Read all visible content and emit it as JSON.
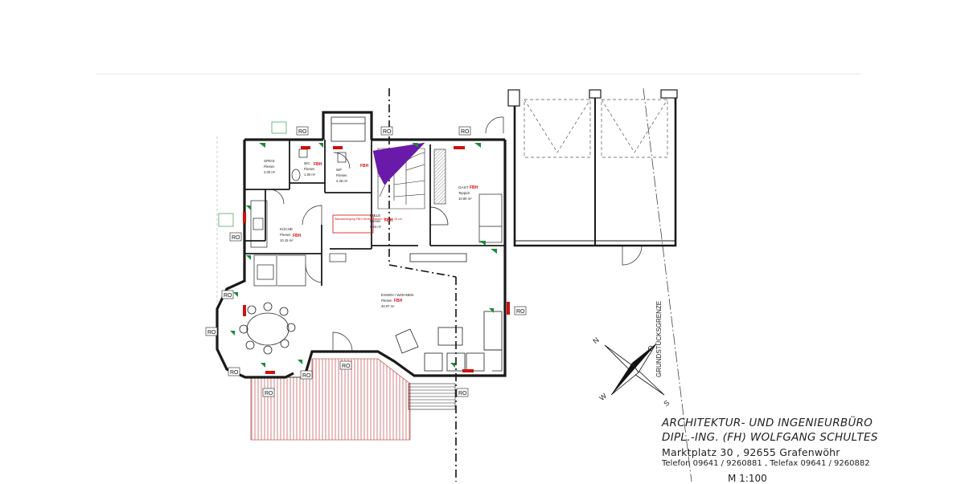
{
  "rooms": {
    "speis": {
      "name": "SPEIS",
      "floor": "Fliesen",
      "area": "2.00 m²"
    },
    "wc": {
      "name": "WC",
      "floor": "Fliesen",
      "area": "1.90 m²"
    },
    "wf": {
      "name": "WF",
      "floor": "Fliesen",
      "area": "3.38 m²"
    },
    "kueche": {
      "name": "KÜCHE",
      "floor": "Fliesen",
      "area": "10.15 m²"
    },
    "diele": {
      "name": "DIELE",
      "floor": "Fliesen",
      "area": "6.94 m²"
    },
    "gast": {
      "name": "GAST",
      "floor": "Teppich",
      "area": "10.80 m²"
    },
    "essen_wohnen": {
      "name": "ESSEN / WOHNEN",
      "floor": "Fliesen",
      "area": "40.07 m²"
    }
  },
  "tags": {
    "ro": "RO",
    "fbh": "FBH"
  },
  "compass": {
    "n": "N",
    "o": "O",
    "s": "S",
    "w": "W"
  },
  "labels": {
    "property_line": "GRUNDSTÜCKSGRENZE",
    "window_note": "Wandauslegung\nFBH-Verteilerkasten\n75 / 60 / 15 cm"
  },
  "title_block": {
    "line1": "ARCHITEKTUR- UND INGENIEURBÜRO",
    "line2": "DIPL.-ING. (FH) WOLFGANG SCHULTES",
    "line3": "Marktplatz 30 , 92655 Grafenwöhr",
    "line4": "Telefon 09641 / 9260881 , Telefax 09641 / 9260882",
    "scale": "M 1:100"
  },
  "colors": {
    "wall": "#1a1a1a",
    "fbh": "#d01010",
    "stair_accent": "#6a1aa8",
    "terrace_hatch": "#c86060",
    "window_green": "#1a8a3a"
  }
}
